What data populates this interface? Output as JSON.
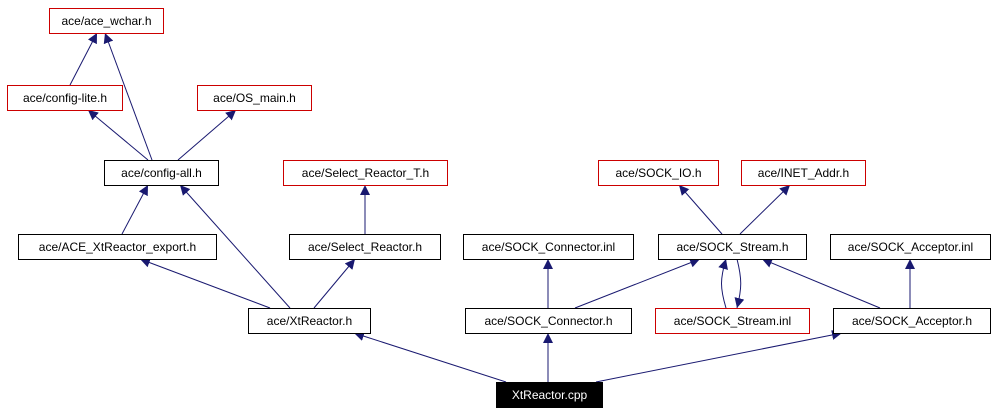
{
  "diagram": {
    "colors": {
      "edge": "#191970",
      "arrowhead": "#191970",
      "external_border": "#cc0000",
      "normal_border": "#000000",
      "root_fill": "#000000",
      "root_text": "#ffffff"
    },
    "nodes": [
      {
        "id": "ace_wchar",
        "label": "ace/ace_wchar.h",
        "kind": "external"
      },
      {
        "id": "config_lite",
        "label": "ace/config-lite.h",
        "kind": "external"
      },
      {
        "id": "os_main",
        "label": "ace/OS_main.h",
        "kind": "external"
      },
      {
        "id": "config_all",
        "label": "ace/config-all.h",
        "kind": "normal"
      },
      {
        "id": "select_reactor_t",
        "label": "ace/Select_Reactor_T.h",
        "kind": "external"
      },
      {
        "id": "sock_io",
        "label": "ace/SOCK_IO.h",
        "kind": "external"
      },
      {
        "id": "inet_addr",
        "label": "ace/INET_Addr.h",
        "kind": "external"
      },
      {
        "id": "xtreactor_export",
        "label": "ace/ACE_XtReactor_export.h",
        "kind": "normal"
      },
      {
        "id": "select_reactor",
        "label": "ace/Select_Reactor.h",
        "kind": "normal"
      },
      {
        "id": "sock_connector_inl",
        "label": "ace/SOCK_Connector.inl",
        "kind": "normal"
      },
      {
        "id": "sock_stream",
        "label": "ace/SOCK_Stream.h",
        "kind": "normal"
      },
      {
        "id": "sock_acceptor_inl",
        "label": "ace/SOCK_Acceptor.inl",
        "kind": "normal"
      },
      {
        "id": "xtreactor_h",
        "label": "ace/XtReactor.h",
        "kind": "normal"
      },
      {
        "id": "sock_connector",
        "label": "ace/SOCK_Connector.h",
        "kind": "normal"
      },
      {
        "id": "sock_stream_inl",
        "label": "ace/SOCK_Stream.inl",
        "kind": "external"
      },
      {
        "id": "sock_acceptor",
        "label": "ace/SOCK_Acceptor.h",
        "kind": "normal"
      },
      {
        "id": "xtreactor_cpp",
        "label": "XtReactor.cpp",
        "kind": "root"
      }
    ],
    "edges": [
      {
        "from": "config_lite",
        "to": "ace_wchar"
      },
      {
        "from": "config_all",
        "to": "ace_wchar"
      },
      {
        "from": "config_all",
        "to": "config_lite"
      },
      {
        "from": "config_all",
        "to": "os_main"
      },
      {
        "from": "xtreactor_export",
        "to": "config_all"
      },
      {
        "from": "xtreactor_h",
        "to": "config_all"
      },
      {
        "from": "xtreactor_h",
        "to": "xtreactor_export"
      },
      {
        "from": "xtreactor_h",
        "to": "select_reactor"
      },
      {
        "from": "select_reactor",
        "to": "select_reactor_t"
      },
      {
        "from": "sock_stream",
        "to": "sock_io"
      },
      {
        "from": "sock_stream",
        "to": "inet_addr"
      },
      {
        "from": "sock_connector",
        "to": "sock_connector_inl"
      },
      {
        "from": "sock_connector",
        "to": "sock_stream"
      },
      {
        "from": "sock_stream",
        "to": "sock_stream_inl"
      },
      {
        "from": "sock_stream_inl",
        "to": "sock_stream"
      },
      {
        "from": "sock_acceptor",
        "to": "sock_stream"
      },
      {
        "from": "sock_acceptor",
        "to": "sock_acceptor_inl"
      },
      {
        "from": "xtreactor_cpp",
        "to": "xtreactor_h"
      },
      {
        "from": "xtreactor_cpp",
        "to": "sock_connector"
      },
      {
        "from": "xtreactor_cpp",
        "to": "sock_acceptor"
      }
    ]
  }
}
